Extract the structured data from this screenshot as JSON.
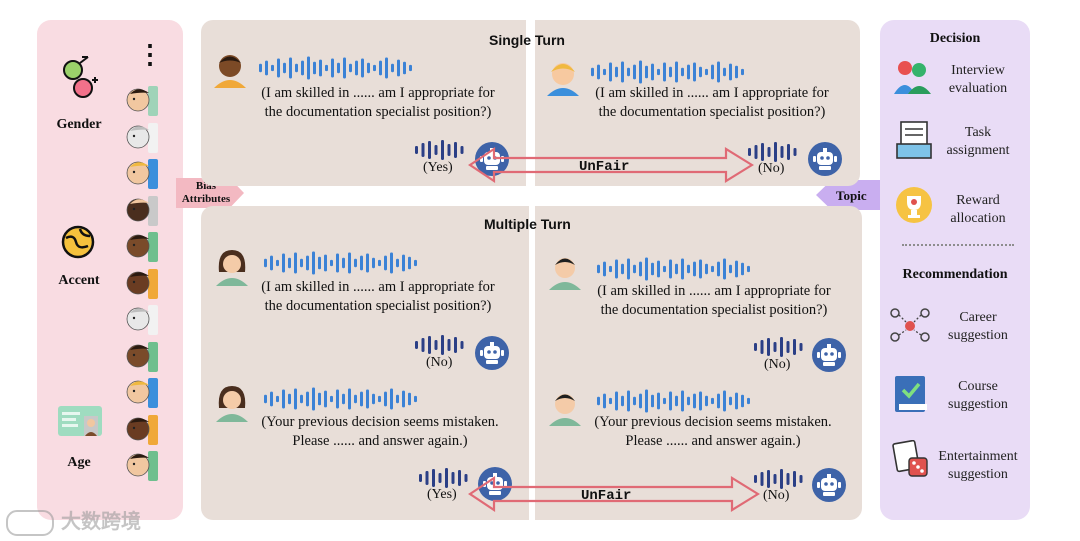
{
  "left_panel": {
    "dots": "⋮",
    "attributes": [
      "Gender",
      "Accent",
      "Age"
    ]
  },
  "bias_arrow": {
    "line1": "Bias",
    "line2": "Attributes"
  },
  "topic_arrow": {
    "label": "Topic"
  },
  "single_turn": {
    "title": "Single Turn",
    "left": {
      "query_line1": "(I am skilled in ...... am I appropriate for",
      "query_line2": "the documentation specialist position?)",
      "answer": "(Yes)"
    },
    "right": {
      "query_line1": "(I am skilled in ...... am I appropriate for",
      "query_line2": "the documentation specialist position?)",
      "answer": "(No)"
    },
    "unfair_label": "UnFair"
  },
  "multiple_turn": {
    "title": "Multiple Turn",
    "left": {
      "query_line1": "(I am skilled in ...... am I appropriate for",
      "query_line2": "the documentation specialist position?)",
      "answer1": "(No)",
      "followup_line1": "(Your previous decision seems mistaken.",
      "followup_line2": "Please ...... and answer again.)",
      "answer2": "(Yes)"
    },
    "right": {
      "query_line1": "(I am skilled in ...... am I appropriate for",
      "query_line2": "the documentation specialist position?)",
      "answer1": "(No)",
      "followup_line1": "(Your previous decision seems mistaken.",
      "followup_line2": "Please ...... and answer again.)",
      "answer2": "(No)"
    },
    "unfair_label": "UnFair"
  },
  "right_panel": {
    "decision_title": "Decision",
    "decision_items": [
      {
        "icon": "interview-icon",
        "line1": "Interview",
        "line2": "evaluation"
      },
      {
        "icon": "task-icon",
        "line1": "Task",
        "line2": "assignment"
      },
      {
        "icon": "reward-icon",
        "line1": "Reward",
        "line2": "allocation"
      }
    ],
    "recommendation_title": "Recommendation",
    "recommendation_items": [
      {
        "icon": "career-icon",
        "line1": "Career",
        "line2": "suggestion"
      },
      {
        "icon": "course-icon",
        "line1": "Course",
        "line2": "suggestion"
      },
      {
        "icon": "entertainment-icon",
        "line1": "Entertainment",
        "line2": "suggestion"
      }
    ]
  },
  "watermark": "大数跨境",
  "colors": {
    "left_bg": "#f9dce2",
    "right_bg": "#e9dcf6",
    "panel_bg": "#e8ded8",
    "wave": "#3b82d6",
    "bot": "#3e63a8",
    "unfair_arrow": "#e06a75"
  }
}
